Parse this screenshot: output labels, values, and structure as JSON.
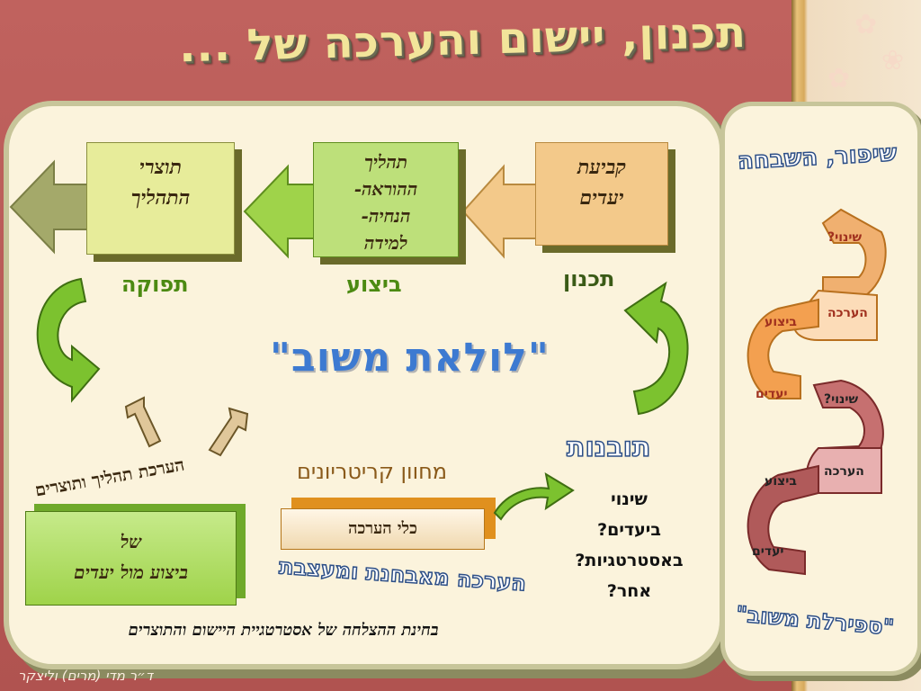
{
  "title": "תכנון, יישום והערכה של ...",
  "boxes": {
    "goals": {
      "line1": "קביעת",
      "line2": "יעדים"
    },
    "process": {
      "line1": "תהליך",
      "line2": "ההוראה-",
      "line3": "הנחיה-",
      "line4": "למידה"
    },
    "outputs": {
      "line1": "תוצרי",
      "line2": "התהליך"
    },
    "performance": {
      "line1": "של",
      "line2": "ביצוע מול יעדים"
    },
    "tool": "כלי הערכה"
  },
  "labels": {
    "planning": "תכנון",
    "execution": "ביצוע",
    "output": "תפוקה",
    "loop": "\"לולאת משוב\"",
    "eval_process": "הערכת תהליך ותוצרים",
    "rubric": "מחוון קריטריונים",
    "insights": "תובנות",
    "diagnostic": "הערכה מאבחנת ומעצבת",
    "bottom_line": "בחינת ההצלחה של אסטרטגיית היישום והתוצרים",
    "author": "ד״ר מדי (מרים) וליצקר"
  },
  "changes": [
    "שינוי",
    "ביעדים?",
    "באסטרטגיות?",
    "אחר?"
  ],
  "side": {
    "title": "שיפור, השבחה",
    "spiral1": {
      "change": "שינוי?",
      "eval": "הערכה",
      "exec": "ביצוע",
      "goals": "יעדים"
    },
    "spiral2": {
      "change": "שינוי?",
      "eval": "הערכה",
      "exec": "ביצוע",
      "goals": "יעדים"
    },
    "footer": "\"ספירלת משוב\""
  },
  "colors": {
    "goals_box": "#f3c98a",
    "process_box": "#bde07a",
    "outputs_box": "#e7ec9a",
    "green_arrow": "#8dc63f",
    "orange_spiral": "#e89a3c",
    "red_spiral": "#b65a5a"
  }
}
